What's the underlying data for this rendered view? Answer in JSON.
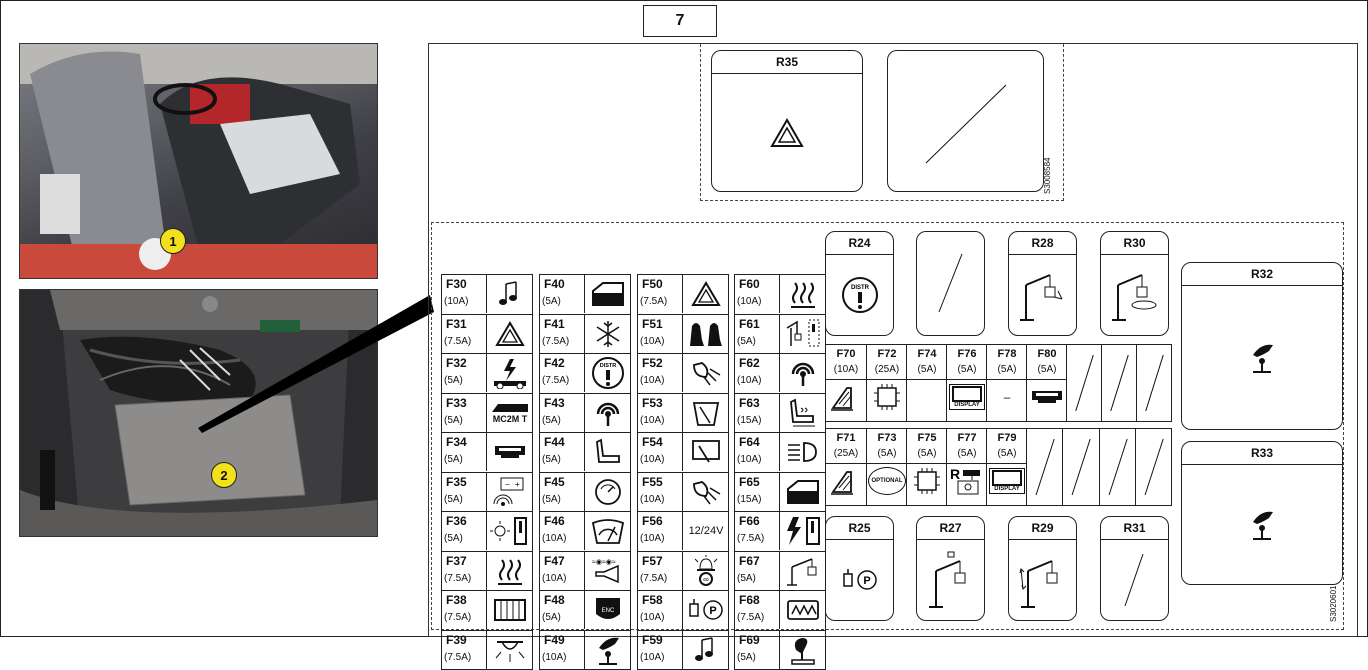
{
  "figure_number": "7",
  "callouts": [
    "1",
    "2"
  ],
  "top_block": {
    "relay": "R35",
    "ref_code": "S3008584"
  },
  "bottom_block": {
    "ref_code": "S3020601"
  },
  "fuses": [
    [
      {
        "code": "F30",
        "amp": "(10A)",
        "icon": "music-note-icon"
      },
      {
        "code": "F31",
        "amp": "(7.5A)",
        "icon": "hazard-triangle-icon"
      },
      {
        "code": "F32",
        "amp": "(5A)",
        "icon": "power-chassis-icon"
      },
      {
        "code": "F33",
        "amp": "(5A)",
        "icon": "module-icon",
        "icon_text": "MC2M T"
      },
      {
        "code": "F34",
        "amp": "(5A)",
        "icon": "connector-icon"
      },
      {
        "code": "F35",
        "amp": "(5A)",
        "icon": "battery-icon"
      },
      {
        "code": "F36",
        "amp": "(5A)",
        "icon": "light-switch-icon"
      },
      {
        "code": "F37",
        "amp": "(7.5A)",
        "icon": "heater-icon"
      },
      {
        "code": "F38",
        "amp": "(7.5A)",
        "icon": "grid-heater-icon"
      },
      {
        "code": "F39",
        "amp": "(7.5A)",
        "icon": "ceiling-light-icon"
      }
    ],
    [
      {
        "code": "F40",
        "amp": "(5A)",
        "icon": "door-icon"
      },
      {
        "code": "F41",
        "amp": "(7.5A)",
        "icon": "snowflake-icon"
      },
      {
        "code": "F42",
        "amp": "(7.5A)",
        "icon": "distributor-warning-icon",
        "icon_text": "DISTR"
      },
      {
        "code": "F43",
        "amp": "(5A)",
        "icon": "antenna-icon"
      },
      {
        "code": "F44",
        "amp": "(5A)",
        "icon": "seat-icon"
      },
      {
        "code": "F45",
        "amp": "(5A)",
        "icon": "gauge-icon"
      },
      {
        "code": "F46",
        "amp": "(10A)",
        "icon": "wiper-icon"
      },
      {
        "code": "F47",
        "amp": "(10A)",
        "icon": "horn-icon"
      },
      {
        "code": "F48",
        "amp": "(5A)",
        "icon": "encoder-icon",
        "icon_text": "ENC"
      },
      {
        "code": "F49",
        "amp": "(10A)",
        "icon": "hand-control-icon"
      }
    ],
    [
      {
        "code": "F50",
        "amp": "(7.5A)",
        "icon": "hazard-triangle-icon"
      },
      {
        "code": "F51",
        "amp": "(10A)",
        "icon": "seat-pair-icon"
      },
      {
        "code": "F52",
        "amp": "(10A)",
        "icon": "work-light-icon"
      },
      {
        "code": "F53",
        "amp": "(10A)",
        "icon": "rear-wiper-icon"
      },
      {
        "code": "F54",
        "amp": "(10A)",
        "icon": "wiper-rear-icon"
      },
      {
        "code": "F55",
        "amp": "(10A)",
        "icon": "work-light-icon"
      },
      {
        "code": "F56",
        "amp": "(10A)",
        "icon": "voltage-label",
        "icon_text": "12/24V"
      },
      {
        "code": "F57",
        "amp": "(7.5A)",
        "icon": "beacon-icon"
      },
      {
        "code": "F58",
        "amp": "(10A)",
        "icon": "parking-brake-icon"
      },
      {
        "code": "F59",
        "amp": "(10A)",
        "icon": "music-note-icon"
      }
    ],
    [
      {
        "code": "F60",
        "amp": "(10A)",
        "icon": "heater-icon"
      },
      {
        "code": "F61",
        "amp": "(5A)",
        "icon": "boom-switch-icon"
      },
      {
        "code": "F62",
        "amp": "(10A)",
        "icon": "antenna-icon"
      },
      {
        "code": "F63",
        "amp": "(15A)",
        "icon": "seat-heater-icon"
      },
      {
        "code": "F64",
        "amp": "(10A)",
        "icon": "headlight-icon"
      },
      {
        "code": "F65",
        "amp": "(15A)",
        "icon": "door-icon"
      },
      {
        "code": "F66",
        "amp": "(7.5A)",
        "icon": "power-switch-icon"
      },
      {
        "code": "F67",
        "amp": "(5A)",
        "icon": "boom-icon"
      },
      {
        "code": "F68",
        "amp": "(7.5A)",
        "icon": "rear-defrost-icon"
      },
      {
        "code": "F69",
        "amp": "(5A)",
        "icon": "joystick-icon"
      }
    ]
  ],
  "top_relays": [
    {
      "label": "R24",
      "icon": "distributor-warning-icon",
      "icon_text": "DISTR"
    },
    {
      "label": "",
      "icon": "empty-slot-icon"
    },
    {
      "label": "R28",
      "icon": "boom-up-icon"
    },
    {
      "label": "R30",
      "icon": "boom-rotate-icon"
    }
  ],
  "bottom_relays": [
    {
      "label": "R25",
      "icon": "parking-brake-icon"
    },
    {
      "label": "R27",
      "icon": "boom-lock-icon"
    },
    {
      "label": "R29",
      "icon": "boom-tilt-icon"
    },
    {
      "label": "R31",
      "icon": "empty-slot-icon"
    }
  ],
  "side_relays": [
    {
      "label": "R32",
      "icon": "hand-control-icon"
    },
    {
      "label": "R33",
      "icon": "hand-control-icon"
    }
  ],
  "mini_fuses_top": [
    {
      "code": "F70",
      "amp": "(10A)",
      "icon": "mirror-heat-icon"
    },
    {
      "code": "F72",
      "amp": "(25A)",
      "icon": "chip-icon"
    },
    {
      "code": "F74",
      "amp": "(5A)",
      "icon": "blank"
    },
    {
      "code": "F76",
      "amp": "(5A)",
      "icon": "display-icon",
      "icon_text": "DISPLAY"
    },
    {
      "code": "F78",
      "amp": "(5A)",
      "icon": "dash",
      "icon_text": "–"
    },
    {
      "code": "F80",
      "amp": "(5A)",
      "icon": "connector-icon"
    }
  ],
  "mini_fuses_bottom": [
    {
      "code": "F71",
      "amp": "(25A)",
      "icon": "mirror-heat-icon"
    },
    {
      "code": "F73",
      "amp": "(5A)",
      "icon": "optional-icon",
      "icon_text": "OPTIONAL"
    },
    {
      "code": "F75",
      "amp": "(5A)",
      "icon": "chip-icon"
    },
    {
      "code": "F77",
      "amp": "(5A)",
      "icon": "camera-icon"
    },
    {
      "code": "F79",
      "amp": "(5A)",
      "icon": "display-icon",
      "icon_text": "DISPLAY"
    }
  ]
}
